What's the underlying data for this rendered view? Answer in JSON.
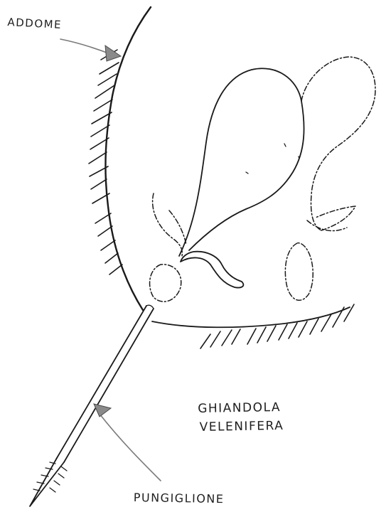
{
  "labels": {
    "abdomen": "ADDOME",
    "venom_gland_line1": "GHIANDOLA",
    "venom_gland_line2": "VELENIFERA",
    "stinger": "PUNGIGLIONE"
  },
  "colors": {
    "ink": "#1a1a1a",
    "pointer": "#7a7a7a",
    "background": "#ffffff"
  }
}
